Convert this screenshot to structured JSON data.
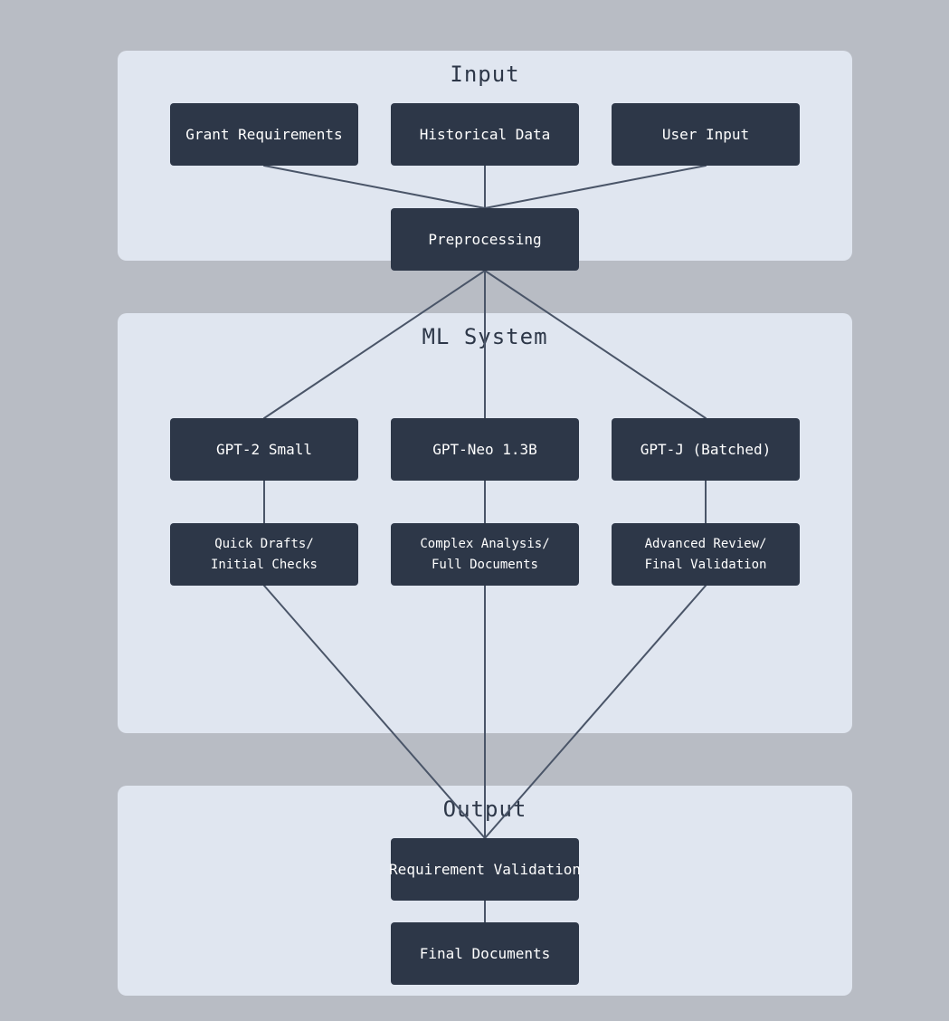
{
  "groups": {
    "input": {
      "title": "Input"
    },
    "ml": {
      "title": "ML System"
    },
    "output": {
      "title": "Output"
    }
  },
  "nodes": {
    "grant": "Grant Requirements",
    "historical": "Historical Data",
    "user": "User Input",
    "preprocessing": "Preprocessing",
    "gpt2": "GPT-2 Small",
    "neo": "GPT-Neo 1.3B",
    "gptj": "GPT-J (Batched)",
    "quick": "Quick Drafts/\nInitial Checks",
    "complex": "Complex Analysis/\nFull Documents",
    "advanced": "Advanced Review/\nFinal Validation",
    "validation": "Requirement Validation",
    "final": "Final Documents"
  },
  "colors": {
    "background": "#b8bcc4",
    "group_fill": "#e0e6f0",
    "node_fill": "#2d3748",
    "node_text": "#ffffff",
    "edge": "#4a5568"
  }
}
